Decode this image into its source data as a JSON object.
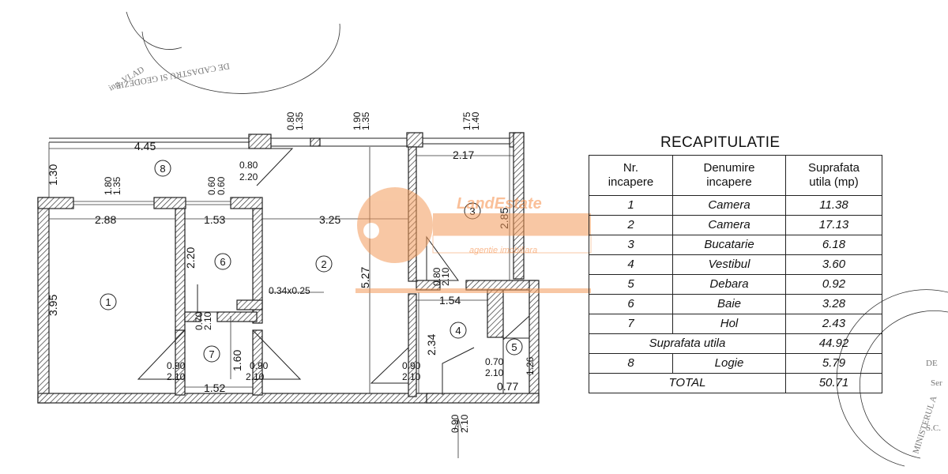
{
  "recap": {
    "title": "RECAPITULATIE",
    "headers": [
      "Nr.\nincapere",
      "Denumire\nincapere",
      "Suprafata\nutila (mp)"
    ],
    "rows": [
      {
        "nr": "1",
        "name": "Camera",
        "area": "11.38"
      },
      {
        "nr": "2",
        "name": "Camera",
        "area": "17.13"
      },
      {
        "nr": "3",
        "name": "Bucatarie",
        "area": "6.18"
      },
      {
        "nr": "4",
        "name": "Vestibul",
        "area": "3.60"
      },
      {
        "nr": "5",
        "name": "Debara",
        "area": "0.92"
      },
      {
        "nr": "6",
        "name": "Baie",
        "area": "3.28"
      },
      {
        "nr": "7",
        "name": "Hol",
        "area": "2.43"
      }
    ],
    "useful_label": "Suprafata utila",
    "useful_value": "44.92",
    "logia": {
      "nr": "8",
      "name": "Logie",
      "area": "5.79"
    },
    "total_label": "TOTAL",
    "total_value": "50.71"
  },
  "watermark": {
    "title": "LandEstate",
    "subtitle": "agentie imobiliara",
    "color": "#f39a5a"
  },
  "plan": {
    "rooms": [
      "1",
      "2",
      "3",
      "4",
      "5",
      "6",
      "7",
      "8"
    ],
    "dims": {
      "d_445": "4.45",
      "d_130": "1.30",
      "d_288": "2.88",
      "d_153": "1.53",
      "d_325": "3.25",
      "d_217": "2.17",
      "d_395": "3.95",
      "d_220": "2.20",
      "d_527": "5.27",
      "d_285": "2.85",
      "d_154": "1.54",
      "d_234": "2.34",
      "d_160": "1.60",
      "d_152": "1.52",
      "d_077": "0.77",
      "d_126": "1.26",
      "d_034": "0.34x0.25",
      "w1a": "0.80",
      "w1b": "1.35",
      "w2a": "1.90",
      "w2b": "1.35",
      "w3a": "1.75",
      "w3b": "1.40",
      "w4a": "1.80",
      "w4b": "1.35",
      "w5a": "0.60",
      "w5b": "0.60",
      "dr8a": "0.80",
      "dr8b": "2.20",
      "dr7a": "0.90",
      "dr7b": "2.10",
      "dr7c": "0.90",
      "dr7d": "2.10",
      "dr6a": "0.70",
      "dr6b": "2.10",
      "dr4a": "0.90",
      "dr4b": "2.10",
      "dr3a": "0.80",
      "dr3b": "2.10",
      "dr5a": "0.70",
      "dr5b": "2.10",
      "dr_ent_a": "0.90",
      "dr_ent_b": "2.10"
    }
  },
  "stamps": {
    "top_left": "ing. VLAD",
    "top_left2": "DE CADASTRU SI GEODEZIE",
    "right_1": "MINISTERUL A",
    "right_2": "DE",
    "right_3": "Ser",
    "right_4": "S.C."
  }
}
